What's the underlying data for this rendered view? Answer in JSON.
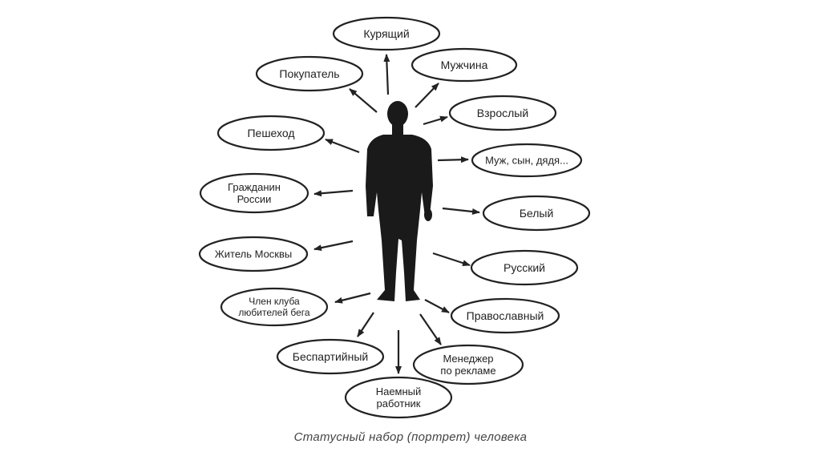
{
  "figure": {
    "caption": "Статусный набор (портрет) человека",
    "center": "person-silhouette",
    "statuses": [
      {
        "id": "kuryashchiy",
        "lines": [
          "Курящий"
        ]
      },
      {
        "id": "muzhchina",
        "lines": [
          "Мужчина"
        ]
      },
      {
        "id": "pokupatel",
        "lines": [
          "Покупатель"
        ]
      },
      {
        "id": "vzrosly",
        "lines": [
          "Взрослый"
        ]
      },
      {
        "id": "peshekhod",
        "lines": [
          "Пешеход"
        ]
      },
      {
        "id": "muzh-syn-dyadya",
        "lines": [
          "Муж, сын, дядя..."
        ]
      },
      {
        "id": "grazhdanin-rossii",
        "lines": [
          "Гражданин",
          "России"
        ]
      },
      {
        "id": "bely",
        "lines": [
          "Белый"
        ]
      },
      {
        "id": "zhitel-moskvy",
        "lines": [
          "Житель Москвы"
        ]
      },
      {
        "id": "russkiy",
        "lines": [
          "Русский"
        ]
      },
      {
        "id": "chlen-kluba",
        "lines": [
          "Член клуба",
          "любителей бега"
        ]
      },
      {
        "id": "pravoslavny",
        "lines": [
          "Православный"
        ]
      },
      {
        "id": "bespartiyny",
        "lines": [
          "Беспартийный"
        ]
      },
      {
        "id": "menedzher",
        "lines": [
          "Менеджер",
          "по рекламе"
        ]
      },
      {
        "id": "naemny-rabotnik",
        "lines": [
          "Наемный",
          "работник"
        ]
      }
    ]
  }
}
